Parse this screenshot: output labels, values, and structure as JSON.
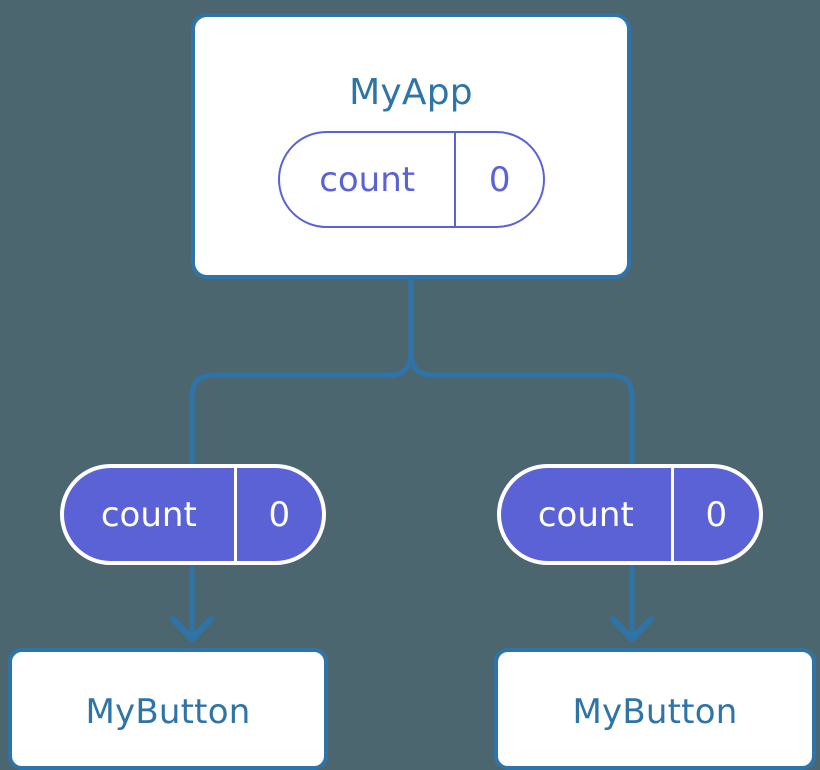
{
  "diagram": {
    "type": "component-state-tree",
    "background_color": "#4c6670",
    "colors": {
      "card_border": "#2e74a8",
      "card_fill": "#ffffff",
      "title_text": "#2e74a8",
      "state_accent": "#5b62d6",
      "state_pill_text_on_fill": "#ffffff",
      "connector": "#2e74a8"
    },
    "root": {
      "title": "MyApp",
      "state": {
        "key": "count",
        "value": "0"
      }
    },
    "branches": [
      {
        "state": {
          "key": "count",
          "value": "0"
        },
        "component": {
          "title": "MyButton"
        }
      },
      {
        "state": {
          "key": "count",
          "value": "0"
        },
        "component": {
          "title": "MyButton"
        }
      }
    ]
  }
}
